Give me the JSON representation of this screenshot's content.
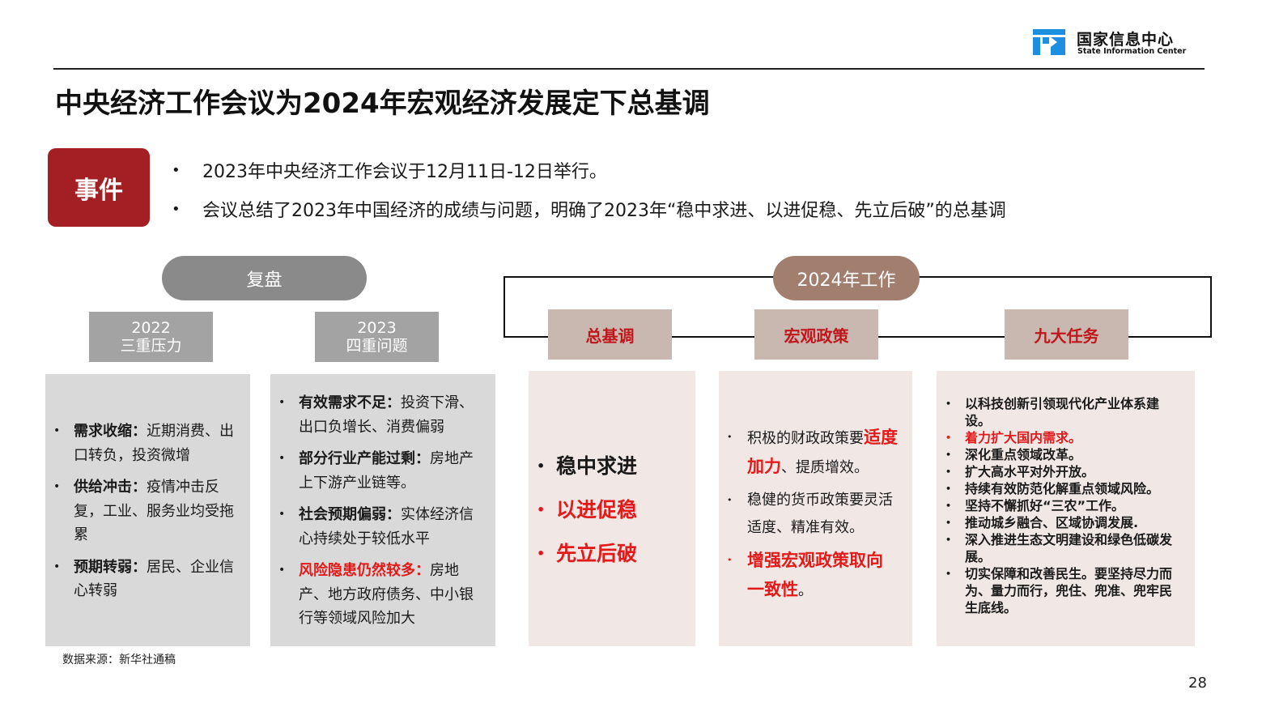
{
  "header": {
    "logo_cn": "国家信息中心",
    "logo_en": "State Information Center",
    "title": "中央经济工作会议为2024年宏观经济发展定下总基调"
  },
  "event": {
    "badge": "事件",
    "items": [
      "2023年中央经济工作会议于12月11日-12日举行。",
      "会议总结了2023年中国经济的成绩与问题，明确了2023年“稳中求进、以进促稳、先立后破”的总基调"
    ]
  },
  "review": {
    "label": "复盘",
    "col2022": {
      "year": "2022",
      "subtitle": "三重压力",
      "items": [
        {
          "head": "需求收缩：",
          "text": "近期消费、出口转负，投资微增"
        },
        {
          "head": "供给冲击：",
          "text": "疫情冲击反复，工业、服务业均受拖累"
        },
        {
          "head": "预期转弱：",
          "text": "居民、企业信心转弱"
        }
      ]
    },
    "col2023": {
      "year": "2023",
      "subtitle": "四重问题",
      "items": [
        {
          "head": "有效需求不足：",
          "text": "投资下滑、出口负增长、消费偏弱"
        },
        {
          "head": "部分行业产能过剩：",
          "text": "房地产上下游产业链等。"
        },
        {
          "head": "社会预期偏弱：",
          "text": "实体经济信心持续处于较低水平"
        },
        {
          "head": "风险隐患仍然较多：",
          "text": "房地产、地方政府债务、中小银行等领域风险加大"
        }
      ]
    }
  },
  "work2024": {
    "label": "2024年工作",
    "tone": {
      "title": "总基调",
      "items": [
        "稳中求进",
        "以进促稳",
        "先立后破"
      ]
    },
    "macro": {
      "title": "宏观政策",
      "item1_pre": "积极的财政政策要",
      "item1_red": "适度加力",
      "item1_post": "、提质增效。",
      "item2": "稳健的货币政策要灵活适度、精准有效。",
      "item3_red": "增强宏观政策取向一致性",
      "item3_post": "。"
    },
    "tasks": {
      "title": "九大任务",
      "items": [
        "以科技创新引领现代化产业体系建设。",
        "着力扩大国内需求。",
        "深化重点领域改革。",
        "扩大高水平对外开放。",
        "持续有效防范化解重点领域风险。",
        "坚持不懈抓好“三农”工作。",
        "推动城乡融合、区域协调发展.",
        "深入推进生态文明建设和绿色低碳发展。",
        "切实保障和改善民生。要坚持尽力而为、量力而行，兜住、兜准、兜牢民生底线。"
      ]
    }
  },
  "footer": {
    "source": "数据来源：新华社通稿",
    "page": "28"
  },
  "colors": {
    "accent_red": "#a41f24",
    "emphasis_red": "#e21a1a",
    "review_grey": "#8a8a8a",
    "work_brown": "#a27e6f",
    "tan": "#c9b8af",
    "pink_panel": "#f1e8e6",
    "grey_panel": "#d9d9d9"
  }
}
